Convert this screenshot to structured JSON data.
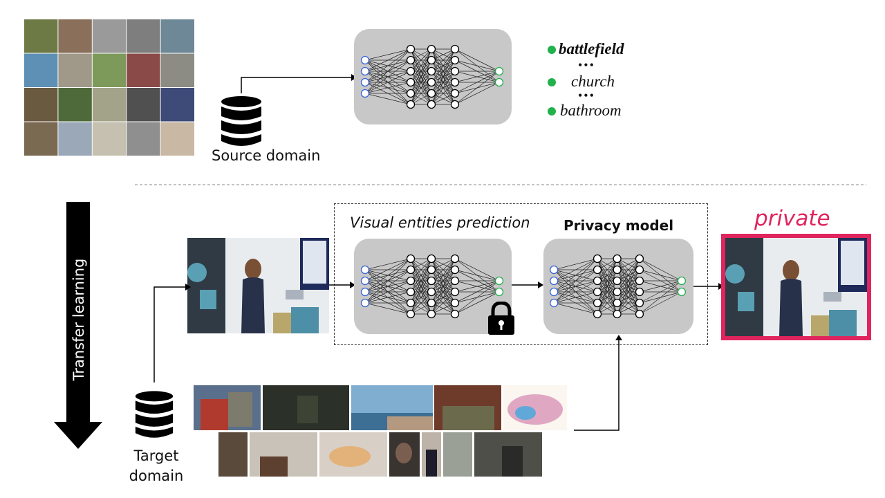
{
  "source": {
    "label": "Source domain"
  },
  "target": {
    "label_line1": "Target",
    "label_line2": "domain"
  },
  "transfer": {
    "label": "Transfer learning"
  },
  "classes": [
    {
      "name": "battlefield",
      "bold": true
    },
    {
      "name": "church",
      "bold": false
    },
    {
      "name": "bathroom",
      "bold": false
    }
  ],
  "ellipsis": "•••",
  "stage1": {
    "label": "Visual entities prediction"
  },
  "stage2": {
    "label": "Privacy model"
  },
  "output": {
    "label": "private"
  },
  "colors": {
    "input_node": "#3a64d8",
    "output_node": "#22b14c",
    "net_bg": "#c8c8c8",
    "private": "#e0245e",
    "class_dot": "#22b14c"
  },
  "icons": [
    "database-icon",
    "lock-icon",
    "arrow-down-icon"
  ]
}
